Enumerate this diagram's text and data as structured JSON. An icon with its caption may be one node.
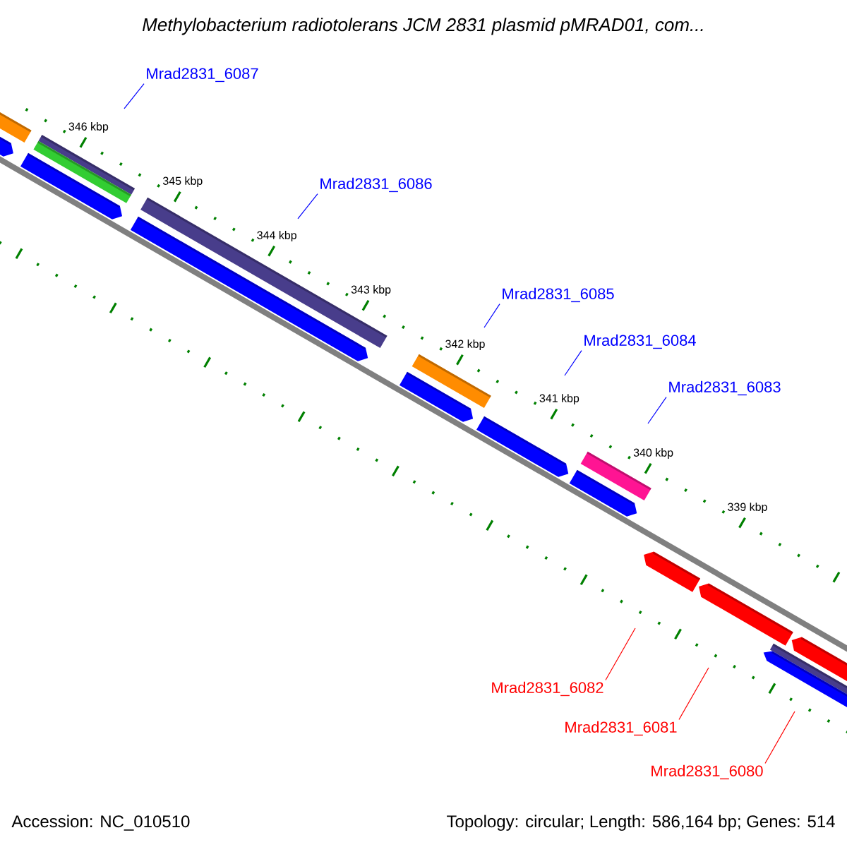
{
  "diagram": {
    "title": "*Methylobacterium radiotolerans* JCM 2831 plasmid pMRAD01, com...",
    "nodes": [
      {
        "text": [
          "Mrad2831_6087"
        ]
      },
      {
        "text": [
          "Mrad2831_6086"
        ]
      },
      {
        "text": [
          "Mrad2831_6085"
        ]
      },
      {
        "text": [
          "Mrad2831_6084"
        ]
      },
      {
        "text": [
          "Mrad2831_6083"
        ]
      },
      {
        "text": [
          "Mrad2831_6082"
        ]
      },
      {
        "text": [
          "Mrad2831_6081"
        ]
      },
      {
        "text": [
          "Mrad2831_6080"
        ]
      }
    ],
    "edges": [
      {
        "from": 0,
        "to": null,
        "arrow": "none"
      },
      {
        "from": 1,
        "to": null,
        "arrow": "none"
      },
      {
        "from": 2,
        "to": null,
        "arrow": "none"
      },
      {
        "from": 3,
        "to": null,
        "arrow": "none"
      },
      {
        "from": 4,
        "to": null,
        "arrow": "none"
      },
      {
        "from": 5,
        "to": null,
        "arrow": "none",
        "color": "#ff0000"
      },
      {
        "from": 6,
        "to": null,
        "arrow": "none",
        "color": "#ff0000"
      },
      {
        "from": 7,
        "to": null,
        "arrow": "none",
        "color": "#ff0000"
      }
    ],
    "labels": [
      "346 kbp",
      "345 kbp",
      "344 kbp",
      "343 kbp",
      "342 kbp",
      "341 kbp",
      "340 kbp",
      "339 kbp",
      "Accession: NC_010510",
      "Topology: circular; Length: 586,164 bp; Genes: 514"
    ]
  }
}
